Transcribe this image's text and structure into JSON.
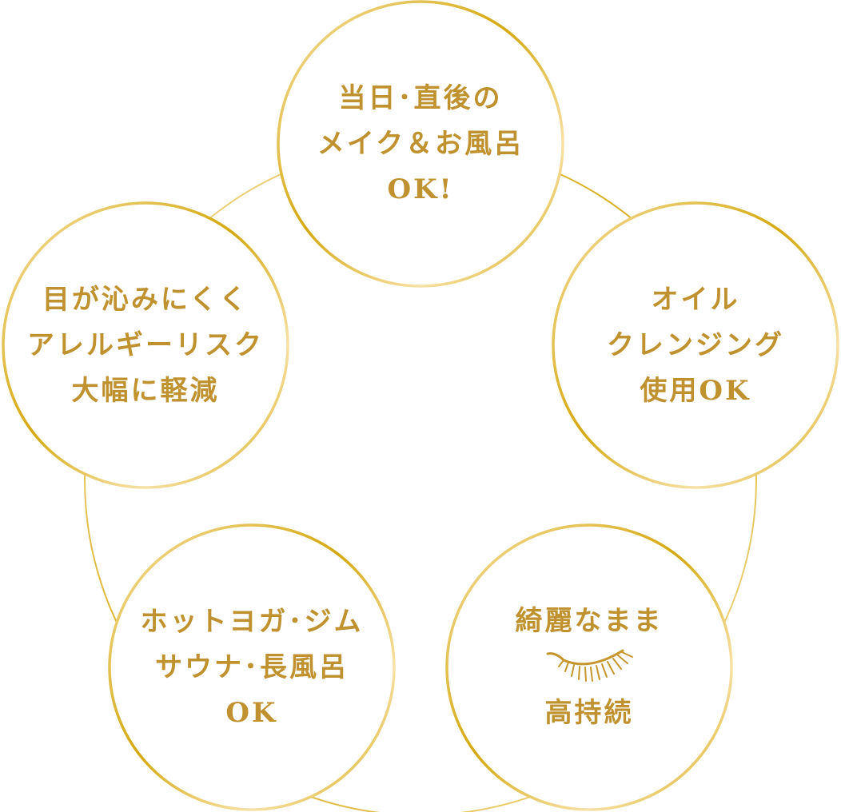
{
  "colors": {
    "gold": "#D4A80E",
    "gold_light": "#F7E1A6",
    "text": "#BF922F"
  },
  "features": [
    {
      "id": "makeup-bath",
      "lines": [
        "当日･直後の",
        "メイク＆お風呂",
        "OK!"
      ]
    },
    {
      "id": "oil-cleansing",
      "lines": [
        "オイル",
        "クレンジング",
        "使用OK"
      ]
    },
    {
      "id": "long-lasting",
      "lines": [
        "綺麗なまま",
        "高持続"
      ],
      "icon": "eyelash-icon"
    },
    {
      "id": "hot-yoga",
      "lines": [
        "ホットヨガ･ジム",
        "サウナ･長風呂",
        "OK"
      ]
    },
    {
      "id": "allergy",
      "lines": [
        "目が沁みにくく",
        "アレルギーリスク",
        "大幅に軽減"
      ]
    }
  ]
}
